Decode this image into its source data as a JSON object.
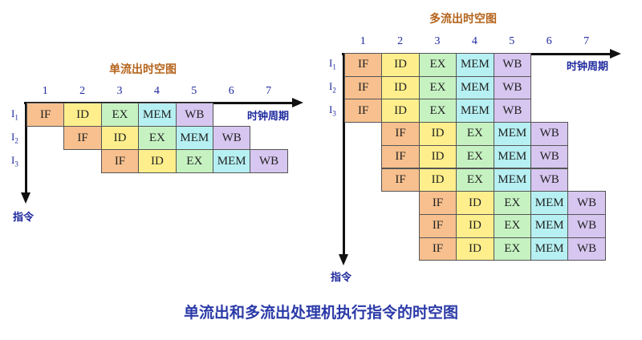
{
  "left": {
    "title": "单流出时空图",
    "time_axis_label": "时钟周期",
    "instr_axis_label": "指令",
    "ticks": [
      "1",
      "2",
      "3",
      "4",
      "5",
      "6",
      "7"
    ],
    "rows": [
      {
        "label": "I",
        "sub": "1",
        "stages": [
          "IF",
          "ID",
          "EX",
          "MEM",
          "WB"
        ]
      },
      {
        "label": "I",
        "sub": "2",
        "stages": [
          "IF",
          "ID",
          "EX",
          "MEM",
          "WB"
        ]
      },
      {
        "label": "I",
        "sub": "3",
        "stages": [
          "IF",
          "ID",
          "EX",
          "MEM",
          "WB"
        ]
      }
    ]
  },
  "right": {
    "title": "多流出时空图",
    "time_axis_label": "时钟周期",
    "instr_axis_label": "指令",
    "ticks": [
      "1",
      "2",
      "3",
      "4",
      "5",
      "6",
      "7"
    ],
    "rows": [
      {
        "label": "I",
        "sub": "1",
        "stages": [
          "IF",
          "ID",
          "EX",
          "MEM",
          "WB"
        ]
      },
      {
        "label": "I",
        "sub": "2",
        "stages": [
          "IF",
          "ID",
          "EX",
          "MEM",
          "WB"
        ]
      },
      {
        "label": "I",
        "sub": "3",
        "stages": [
          "IF",
          "ID",
          "EX",
          "MEM",
          "WB"
        ]
      },
      {
        "label": "",
        "sub": "",
        "stages": [
          "IF",
          "ID",
          "EX",
          "MEM",
          "WB"
        ]
      },
      {
        "label": "",
        "sub": "",
        "stages": [
          "IF",
          "ID",
          "EX",
          "MEM",
          "WB"
        ]
      },
      {
        "label": "",
        "sub": "",
        "stages": [
          "IF",
          "ID",
          "EX",
          "MEM",
          "WB"
        ]
      },
      {
        "label": "",
        "sub": "",
        "stages": [
          "IF",
          "ID",
          "EX",
          "MEM",
          "WB"
        ]
      },
      {
        "label": "",
        "sub": "",
        "stages": [
          "IF",
          "ID",
          "EX",
          "MEM",
          "WB"
        ]
      },
      {
        "label": "",
        "sub": "",
        "stages": [
          "IF",
          "ID",
          "EX",
          "MEM",
          "WB"
        ]
      }
    ]
  },
  "caption": "单流出和多流出处理机执行指令的时空图",
  "stage_colors": {
    "IF": "#f7c08e",
    "ID": "#ffef8c",
    "EX": "#c6f2c2",
    "MEM": "#b6f0f2",
    "WB": "#d7c6f0"
  }
}
